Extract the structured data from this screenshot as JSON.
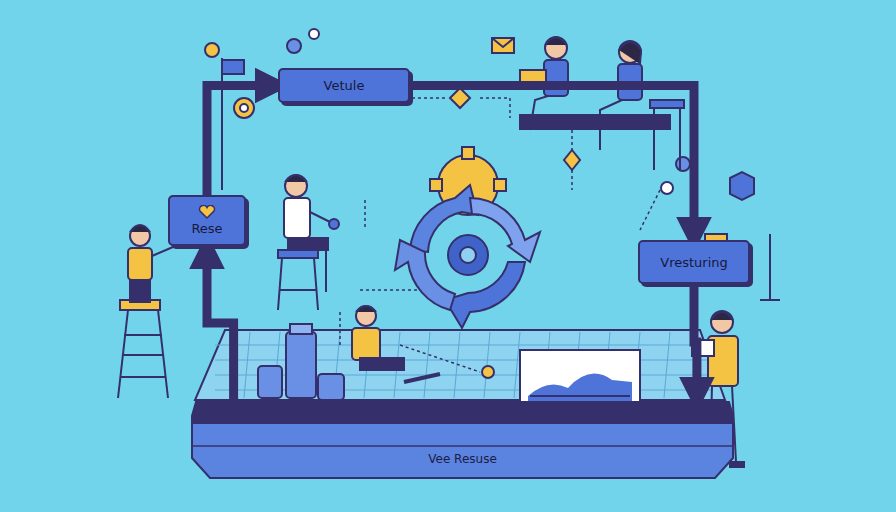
{
  "diagram": {
    "nodes": [
      {
        "text": [
          "Vetule"
        ]
      },
      {
        "text": [
          "Rese"
        ]
      },
      {
        "text": [
          "Vresturing"
        ]
      },
      {
        "text": [
          "Vee Resuse"
        ]
      }
    ],
    "edges": [
      {
        "from": 1,
        "to": 0,
        "arrow": "to"
      },
      {
        "from": 0,
        "to": 2,
        "arrow": "to"
      },
      {
        "from": 2,
        "to": 3,
        "arrow": "to"
      },
      {
        "from": 3,
        "to": 1,
        "arrow": "to"
      }
    ]
  }
}
